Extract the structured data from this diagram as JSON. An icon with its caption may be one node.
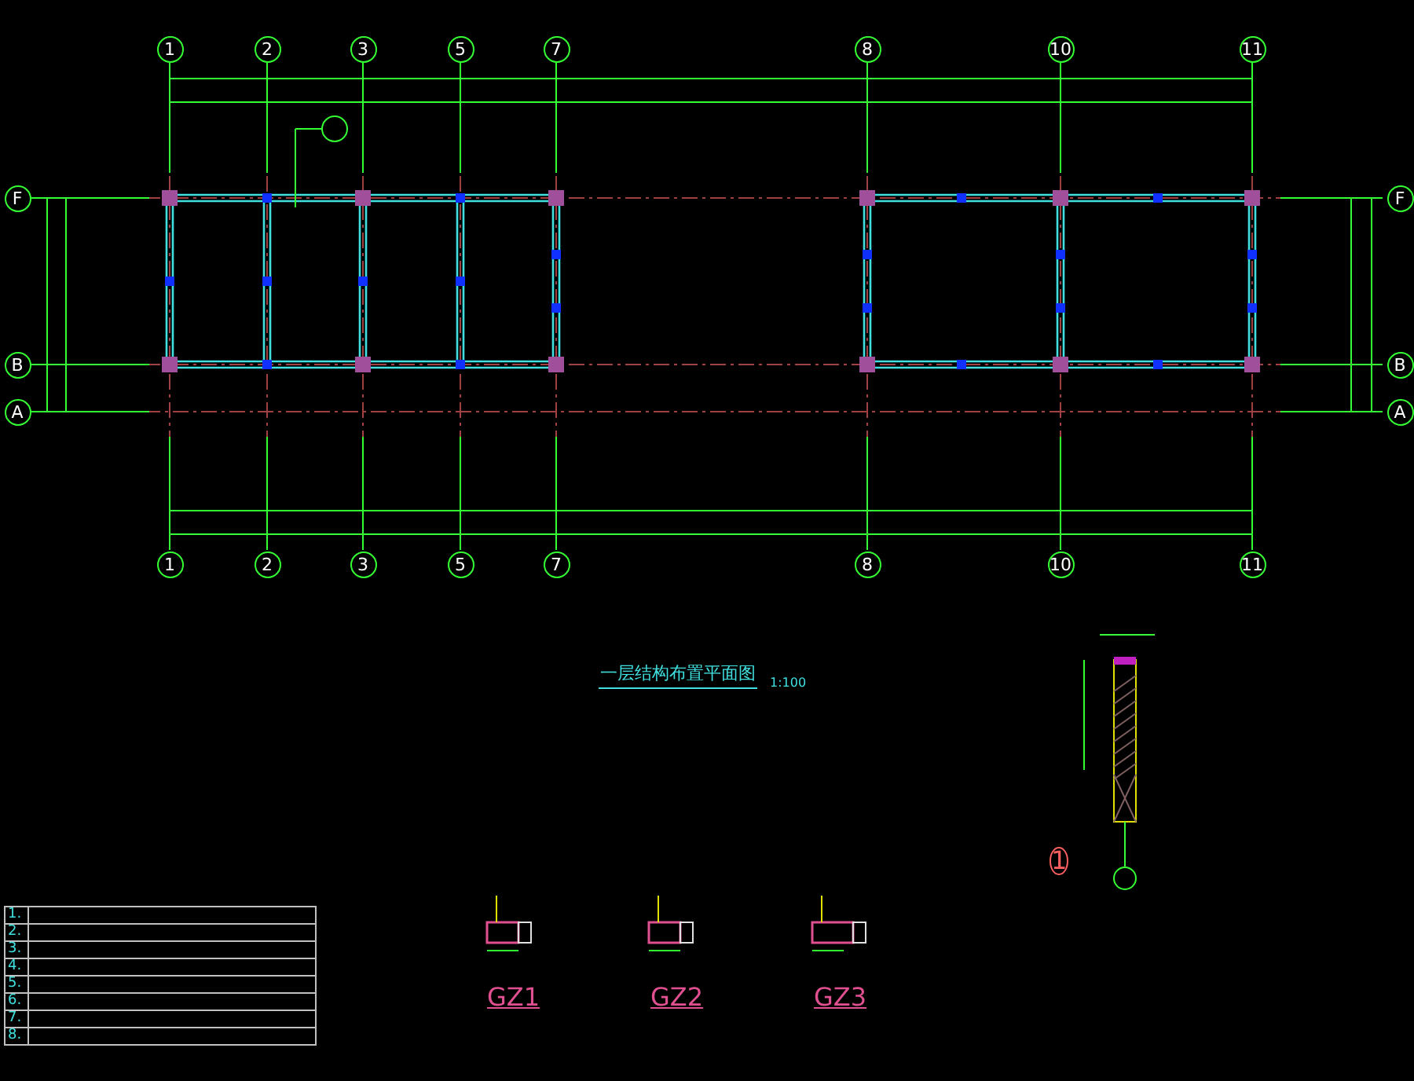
{
  "diagram": {
    "title": "一层结构布置平面图",
    "labels": [
      "1",
      "2",
      "3",
      "5",
      "7",
      "8",
      "10",
      "11",
      "F",
      "F",
      "B",
      "B",
      "A",
      "A",
      "1",
      "2",
      "3",
      "5",
      "7",
      "8",
      "10",
      "11",
      "1:100",
      "1",
      "1.",
      "2.",
      "3.",
      "4.",
      "5.",
      "6.",
      "7.",
      "8.",
      "GZ1",
      "GZ2",
      "GZ3"
    ]
  }
}
